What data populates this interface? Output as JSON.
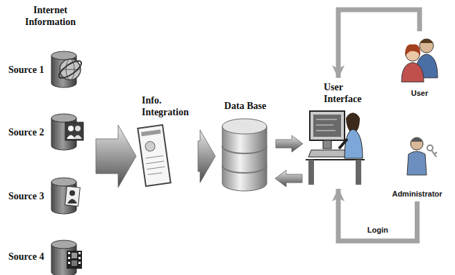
{
  "diagram": {
    "nodes": [
      {
        "text": [
          "Internet Information"
        ]
      },
      {
        "text": [
          "Source 1"
        ],
        "in": 0
      },
      {
        "text": [
          "Source 2"
        ],
        "in": 0
      },
      {
        "text": [
          "Source 3"
        ],
        "in": 0
      },
      {
        "text": [
          "Source 4"
        ],
        "in": 0
      },
      {
        "text": [
          "Info. Integration"
        ]
      },
      {
        "text": [
          "Data Base"
        ]
      },
      {
        "text": [
          "User Interface"
        ]
      },
      {
        "text": [
          "User"
        ]
      },
      {
        "text": [
          "Administrator"
        ]
      }
    ],
    "edges": [
      {
        "from": 0,
        "to": 5,
        "arrow": "to"
      },
      {
        "from": 5,
        "to": 6,
        "arrow": "to"
      },
      {
        "from": 6,
        "to": 7,
        "arrow": "to"
      },
      {
        "from": 7,
        "to": 6,
        "arrow": "to"
      },
      {
        "from": 8,
        "to": 7,
        "arrow": "to"
      },
      {
        "from": 9,
        "to": 7,
        "label": "Login",
        "arrow": "to"
      }
    ]
  }
}
